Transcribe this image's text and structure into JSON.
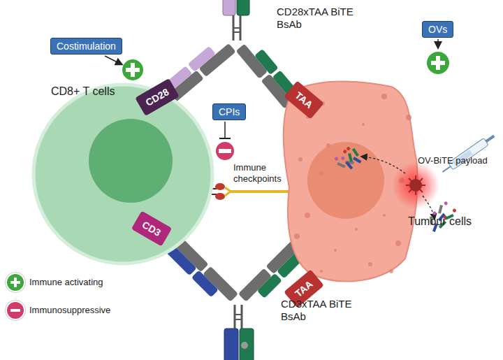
{
  "diagram": {
    "nodes": [
      {
        "text": [
          "CD8+ T cells"
        ]
      },
      {
        "text": [
          "CD28"
        ],
        "in": 0
      },
      {
        "text": [
          "CD3"
        ],
        "in": 0
      },
      {
        "text": [
          "Tumour cells"
        ]
      },
      {
        "text": [
          "TAA"
        ],
        "in": 3
      },
      {
        "text": [
          "TAA"
        ],
        "in": 3
      },
      {
        "text": [
          "Costimulation"
        ]
      },
      {
        "text": [
          "CPIs"
        ]
      },
      {
        "text": [
          "OVs"
        ]
      }
    ],
    "labels": [
      "CD28xTAA BiTE BsAb",
      "CD3xTAA BiTE BsAb",
      "Immune checkpoints",
      "OV-BiTE payload"
    ],
    "legend": [
      {
        "text": "Immune activating",
        "color": "#3aa83a"
      },
      {
        "text": "Immunosuppressive",
        "color": "#d23a6a"
      }
    ]
  }
}
